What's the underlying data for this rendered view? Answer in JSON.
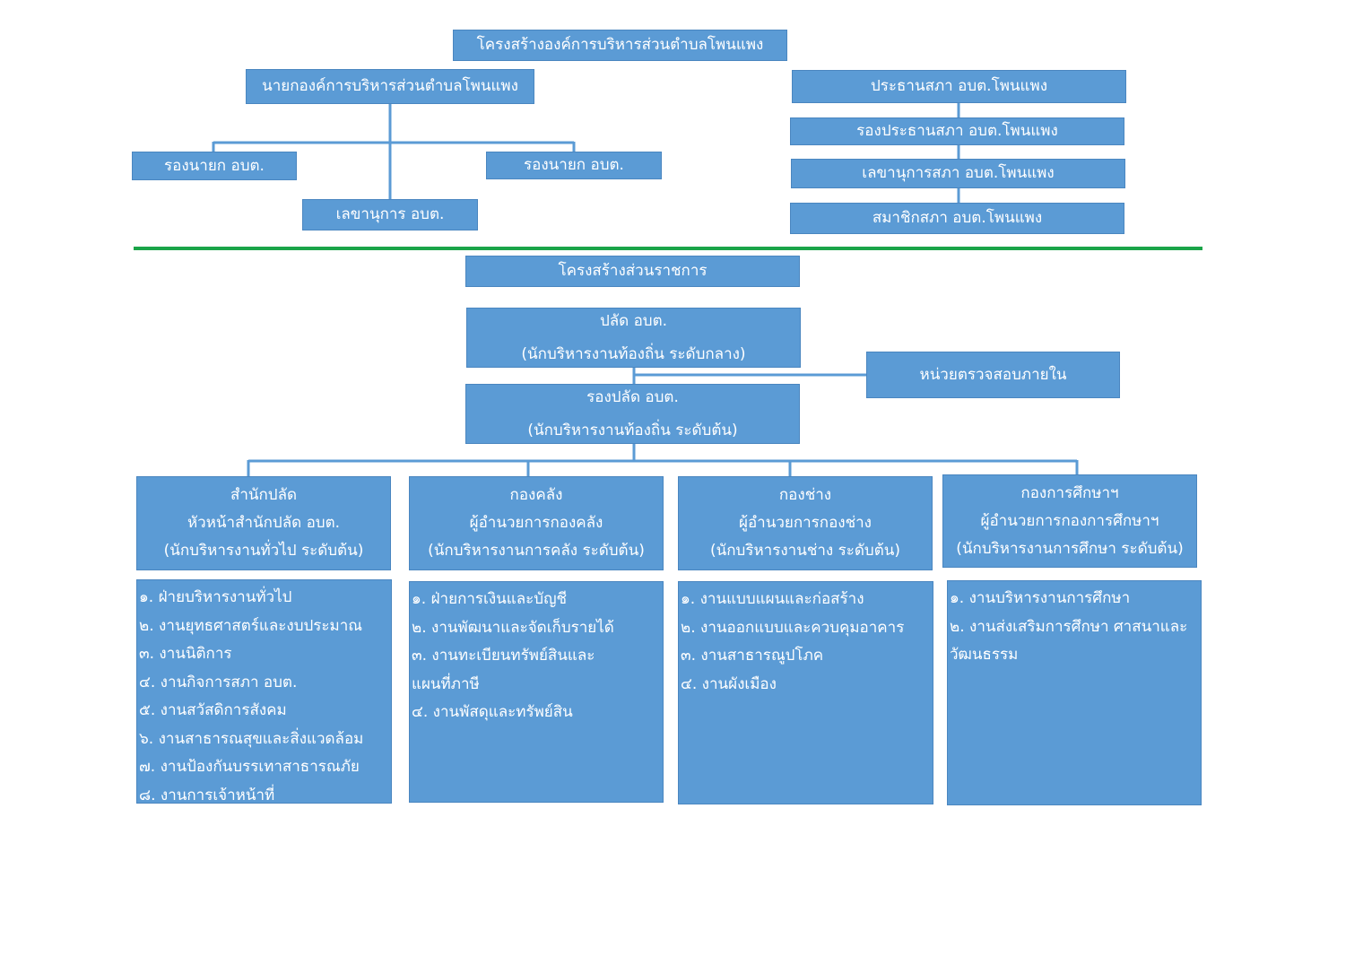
{
  "colors": {
    "box": "#5b9bd5",
    "connector": "#5b9bd5",
    "divider": "#1aa448",
    "text": "#ffffff"
  },
  "political": {
    "title": "โครงสร้างองค์การบริหารส่วนตำบลโพนแพง",
    "mayor": "นายกองค์การบริหารส่วนตำบลโพนแพง",
    "deputy_left": "รองนายก อบต.",
    "deputy_right": "รองนายก อบต.",
    "secretary": "เลขานุการ อบต.",
    "council": [
      "ประธานสภา อบต.โพนแพง",
      "รองประธานสภา อบต.โพนแพง",
      "เลขานุการสภา อบต.โพนแพง",
      "สมาชิกสภา อบต.โพนแพง"
    ]
  },
  "admin": {
    "title": "โครงสร้างส่วนราชการ",
    "palad": {
      "name": "ปลัด อบต.",
      "level": "(นักบริหารงานท้องถิ่น ระดับกลาง)"
    },
    "rong_palad": {
      "name": "รองปลัด อบต.",
      "level": "(นักบริหารงานท้องถิ่น ระดับต้น)"
    },
    "audit": "หน่วยตรวจสอบภายใน",
    "departments": [
      {
        "name": "สำนักปลัด",
        "head": "หัวหน้าสำนักปลัด อบต.",
        "level": "(นักบริหารงานทั่วไป ระดับต้น)",
        "items": [
          "๑. ฝ่ายบริหารงานทั่วไป",
          "๒. งานยุทธศาสตร์และงบประมาณ",
          "๓. งานนิติการ",
          "๔. งานกิจการสภา อบต.",
          "๕. งานสวัสดิการสังคม",
          "๖. งานสาธารณสุขและสิ่งแวดล้อม",
          "๗. งานป้องกันบรรเทาสาธารณภัย",
          "๘. งานการเจ้าหน้าที่"
        ]
      },
      {
        "name": "กองคลัง",
        "head": "ผู้อำนวยการกองคลัง",
        "level": "(นักบริหารงานการคลัง ระดับต้น)",
        "items": [
          "๑. ฝ่ายการเงินและบัญชี",
          "๒. งานพัฒนาและจัดเก็บรายได้",
          "๓. งานทะเบียนทรัพย์สินและแผนที่ภาษี",
          "๔. งานพัสดุและทรัพย์สิน"
        ]
      },
      {
        "name": "กองช่าง",
        "head": "ผู้อำนวยการกองช่าง",
        "level": "(นักบริหารงานช่าง ระดับต้น)",
        "items": [
          "๑.  งานแบบแผนและก่อสร้าง",
          "๒.  งานออกแบบและควบคุมอาคาร",
          "๓.  งานสาธารณูปโภค",
          "๔.  งานผังเมือง"
        ]
      },
      {
        "name": "กองการศึกษาฯ",
        "head": "ผู้อำนวยการกองการศึกษาฯ",
        "level": "(นักบริหารงานการศึกษา ระดับต้น)",
        "items": [
          "๑.  งานบริหารงานการศึกษา",
          "๒.  งานส่งเสริมการศึกษา  ศาสนาและวัฒนธรรม"
        ]
      }
    ]
  }
}
